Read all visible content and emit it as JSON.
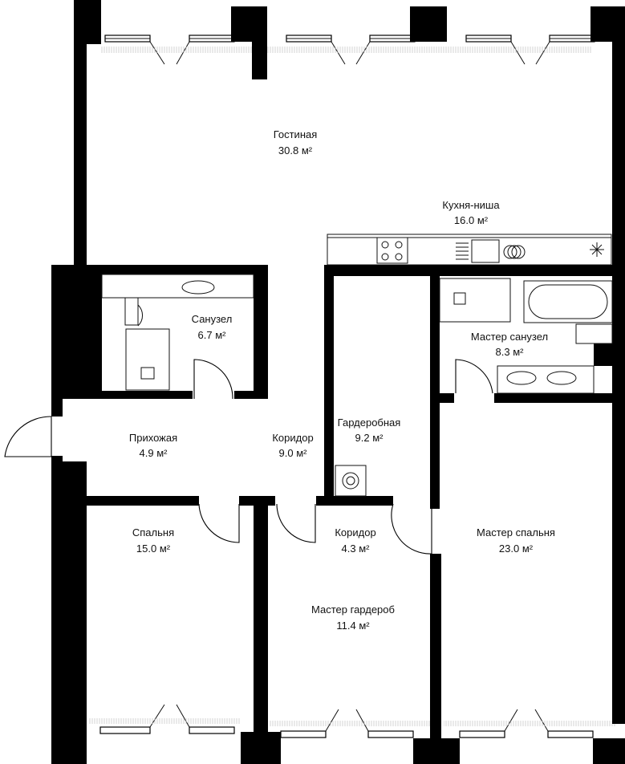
{
  "plan": {
    "rooms": [
      {
        "id": "living",
        "name": "Гостиная",
        "area": "30.8 м²"
      },
      {
        "id": "kitchen",
        "name": "Кухня-ниша",
        "area": "16.0 м²"
      },
      {
        "id": "bathroom",
        "name": "Санузел",
        "area": "6.7 м²"
      },
      {
        "id": "master-bath",
        "name": "Мастер санузел",
        "area": "8.3 м²"
      },
      {
        "id": "hallway",
        "name": "Прихожая",
        "area": "4.9 м²"
      },
      {
        "id": "corridor",
        "name": "Коридор",
        "area": "9.0 м²"
      },
      {
        "id": "wardrobe",
        "name": "Гардеробная",
        "area": "9.2 м²"
      },
      {
        "id": "bedroom",
        "name": "Спальня",
        "area": "15.0 м²"
      },
      {
        "id": "corridor-2",
        "name": "Коридор",
        "area": "4.3 м²"
      },
      {
        "id": "master-wardrobe",
        "name": "Мастер гардероб",
        "area": "11.4 м²"
      },
      {
        "id": "master-bedroom",
        "name": "Мастер спальня",
        "area": "23.0 м²"
      }
    ],
    "colors": {
      "wall": "#000000",
      "background": "#ffffff",
      "fixture": "#111111",
      "hatch": "#bbbbbb"
    }
  }
}
